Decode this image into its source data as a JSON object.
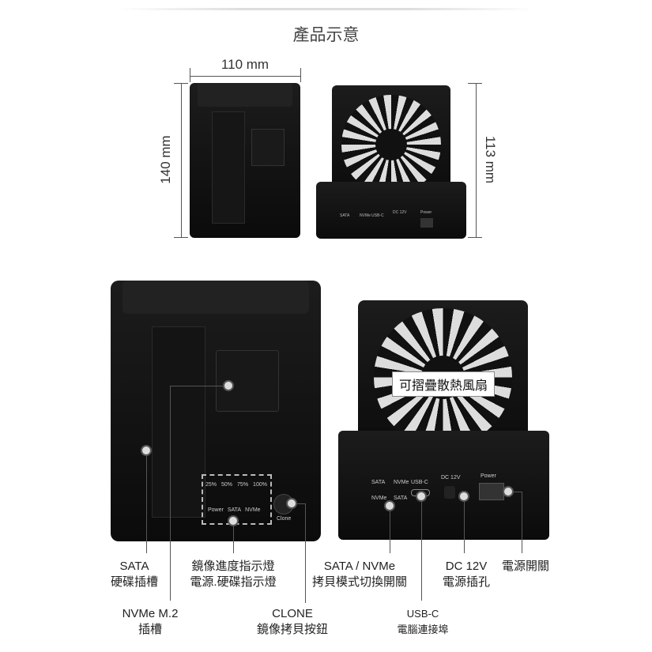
{
  "title": "產品示意",
  "dimensions": {
    "width": "110 mm",
    "depth": "140 mm",
    "height": "113 mm"
  },
  "device_labels": {
    "leds": [
      "25%",
      "50%",
      "75%",
      "100%"
    ],
    "status_leds": [
      "Power",
      "SATA",
      "NVMe"
    ],
    "clone": "Clone",
    "switch_top": "SATA",
    "switch_top2": "NVMe",
    "switch_bottom": "NVMe",
    "switch_bottom2": "SATA",
    "usbc": "USB-C",
    "dc": "DC 12V",
    "power": "Power"
  },
  "fan_label": "可摺疊散熱風扇",
  "callouts": {
    "sata_slot": [
      "SATA",
      "硬碟插槽"
    ],
    "nvme_slot": [
      "NVMe M.2",
      "插槽"
    ],
    "indicators": [
      "鏡像進度指示燈",
      "電源.硬碟指示燈"
    ],
    "clone": [
      "CLONE",
      "鏡像拷貝按鈕"
    ],
    "mode_switch": [
      "SATA / NVMe",
      "拷貝模式切換開關"
    ],
    "usbc": [
      "USB-C",
      "電腦連接埠"
    ],
    "dc": [
      "DC 12V",
      "電源插孔"
    ],
    "power": [
      "電源開關"
    ]
  }
}
